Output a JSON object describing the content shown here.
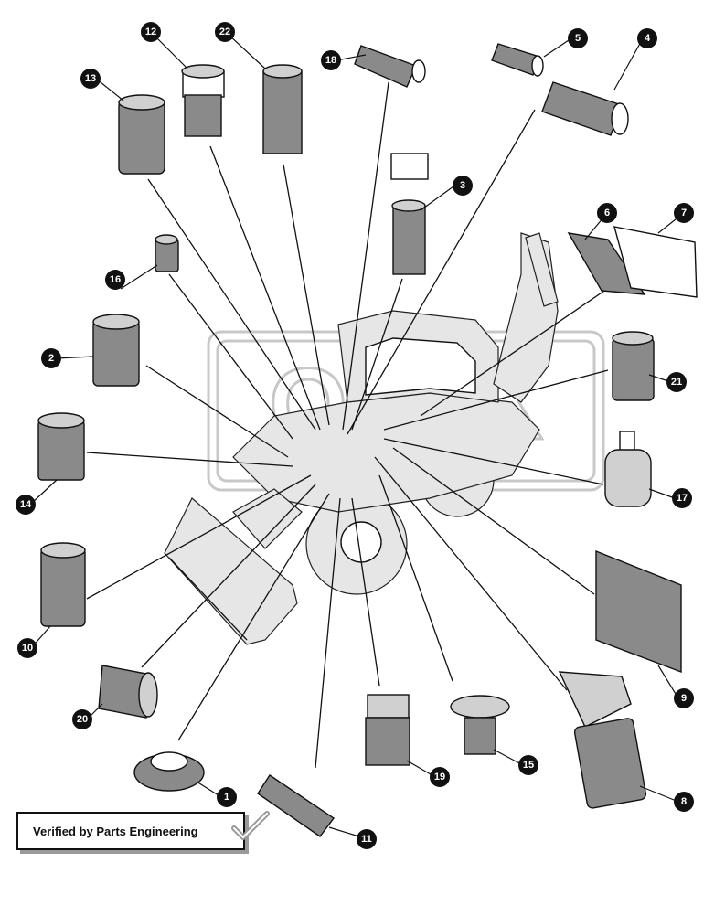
{
  "watermark": {
    "text": "OLEX"
  },
  "stamp": {
    "text": "Verified by Parts Engineering"
  },
  "callouts": [
    {
      "label": "1"
    },
    {
      "label": "2"
    },
    {
      "label": "3"
    },
    {
      "label": "4"
    },
    {
      "label": "5"
    },
    {
      "label": "6"
    },
    {
      "label": "7"
    },
    {
      "label": "8"
    },
    {
      "label": "9"
    },
    {
      "label": "10"
    },
    {
      "label": "11"
    },
    {
      "label": "12"
    },
    {
      "label": "13"
    },
    {
      "label": "14"
    },
    {
      "label": "15"
    },
    {
      "label": "16"
    },
    {
      "label": "17"
    },
    {
      "label": "18"
    },
    {
      "label": "19"
    },
    {
      "label": "20"
    },
    {
      "label": "21"
    },
    {
      "label": "22"
    }
  ],
  "colors": {
    "ink": "#111111",
    "filter_fill": "#8a8a8a",
    "machine_fill": "#e6e6e6"
  }
}
